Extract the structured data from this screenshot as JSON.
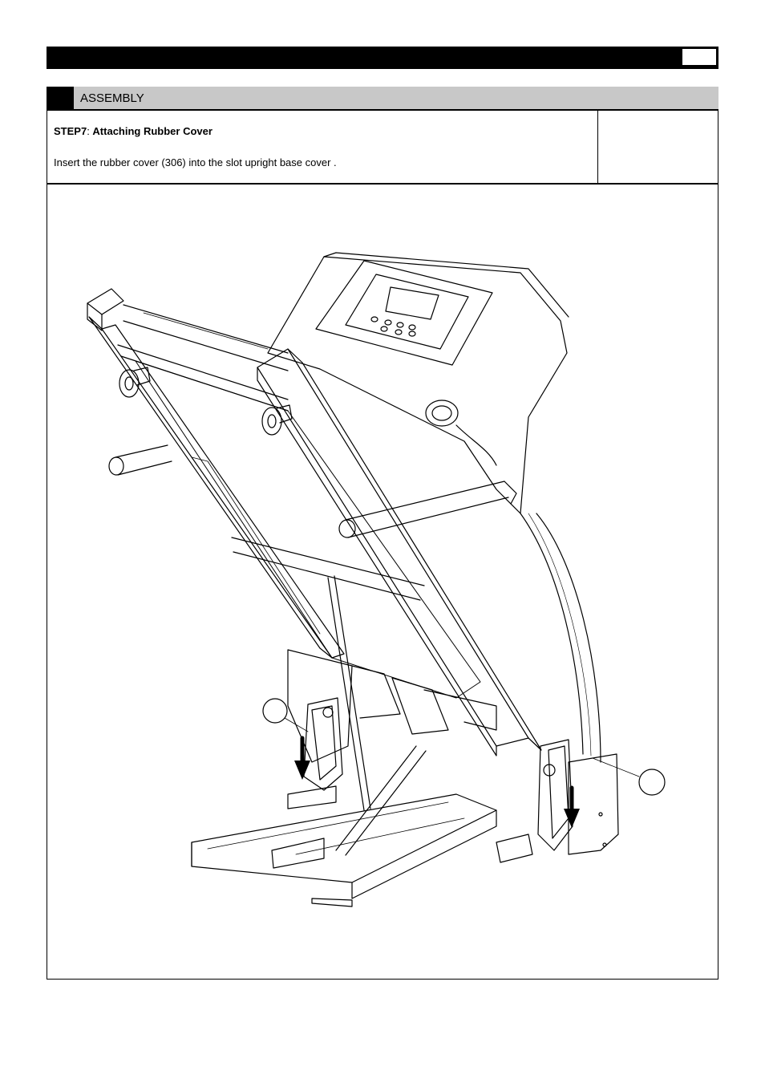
{
  "header": {
    "page_number": ""
  },
  "section": {
    "title": "ASSEMBLY"
  },
  "step": {
    "label": "STEP7",
    "separator": ": ",
    "title": "Attaching Rubber Cover",
    "instruction": "Insert the rubber cover (306) into the slot upright base cover ."
  }
}
